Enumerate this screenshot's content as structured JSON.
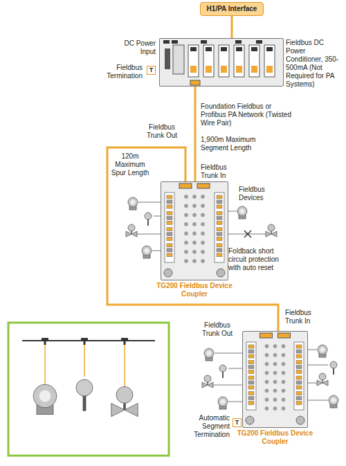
{
  "diagram": {
    "nodes": [
      {
        "text": [
          "H1/PA Interface"
        ]
      },
      {
        "text": [
          "Fieldbus DC Power Conditioner, 350-500mA (Not Required for PA Systems)"
        ]
      },
      {
        "text": [
          "T"
        ]
      },
      {
        "text": [
          "TG200 Fieldbus Device Coupler"
        ]
      },
      {
        "text": [
          "TG200 Fieldbus Device Coupler"
        ]
      },
      {
        "text": [
          "T"
        ]
      }
    ],
    "edges": [
      {
        "from": 0,
        "to": 1,
        "arrow": "none"
      },
      {
        "from": 1,
        "to": 3,
        "arrow": "none"
      },
      {
        "from": 3,
        "to": 4,
        "arrow": "none"
      }
    ],
    "labels": [
      "DC Power Input",
      "Fieldbus Termination",
      "Foundation Fieldbus or Profibus PA Network (Twisted Wire Pair)",
      "1,900m Maximum Segment Length",
      "Fieldbus Trunk Out",
      "120m Maximum Spur Length",
      "Fieldbus Trunk In",
      "Fieldbus Devices",
      "Foldback short circuit protection with auto reset",
      "Fieldbus Trunk In",
      "Fieldbus Trunk Out",
      "Automatic Segment Termination"
    ]
  }
}
